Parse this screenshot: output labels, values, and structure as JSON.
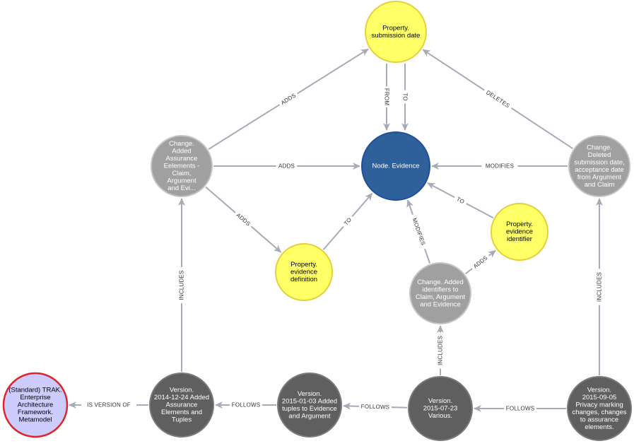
{
  "colors": {
    "edge": "#a8aab8",
    "property_fill": "#ffff66",
    "property_stroke": "#e6cf3c",
    "evidence_fill": "#2f6099",
    "evidence_stroke": "#1f4e9c",
    "change_fill": "#a0a0a0",
    "change_stroke": "#c4c4c4",
    "version_fill": "#5f5f5f",
    "version_stroke": "#7a7a7a",
    "standard_fill": "#ccccff",
    "standard_stroke": "#e0242b"
  },
  "nodes": {
    "prop_submission_date": {
      "kind": "property",
      "lines": [
        "Property.",
        "submission date"
      ]
    },
    "node_evidence": {
      "kind": "evidence",
      "lines": [
        "Node. Evidence"
      ]
    },
    "change_added": {
      "kind": "change",
      "lines": [
        "Change.",
        "Added",
        "Assurance",
        "Eelements -",
        "Claim,",
        "Argument",
        "and Evi..."
      ]
    },
    "change_deleted": {
      "kind": "change",
      "lines": [
        "Change.",
        "Deleted",
        "submission date,",
        "acceptance date",
        "from Argument",
        "and Claim"
      ]
    },
    "prop_evidence_identifier": {
      "kind": "property",
      "lines": [
        "Property.",
        "evidence",
        "identifier"
      ]
    },
    "prop_evidence_definition": {
      "kind": "property",
      "lines": [
        "Property.",
        "evidence",
        "definition"
      ]
    },
    "change_identifiers": {
      "kind": "change",
      "lines": [
        "Change. Added",
        "identifiers to",
        "Claim, Argument",
        "and Evidence"
      ]
    },
    "standard_trak": {
      "kind": "standard",
      "lines": [
        "(Standard) TRAK.",
        "Enterprise",
        "Architecture",
        "Framework.",
        "Metamodel"
      ]
    },
    "version_2014": {
      "kind": "version",
      "lines": [
        "Version.",
        "2014-12-24 Added",
        "Assurance",
        "Elements and",
        "Tuples"
      ]
    },
    "version_2015_01": {
      "kind": "version",
      "lines": [
        "Version.",
        "2015-01-03 Added",
        "tuples to Evidence",
        "and Argument"
      ]
    },
    "version_2015_07": {
      "kind": "version",
      "lines": [
        "Version.",
        "2015-07-23",
        "Various."
      ]
    },
    "version_2015_09": {
      "kind": "version",
      "lines": [
        "Version.",
        "2015-09-05",
        "Privacy marking",
        "changes, changes",
        "to assurance",
        "elements."
      ]
    }
  },
  "edges": [
    {
      "from": "change_added",
      "to": "prop_submission_date",
      "label": "ADDS"
    },
    {
      "from": "change_added",
      "to": "node_evidence",
      "label": "ADDS"
    },
    {
      "from": "change_added",
      "to": "prop_evidence_definition",
      "label": "ADDS"
    },
    {
      "from": "prop_submission_date",
      "to": "node_evidence",
      "label": "TO"
    },
    {
      "from": "prop_submission_date",
      "to": "node_evidence",
      "label": "FROM"
    },
    {
      "from": "change_deleted",
      "to": "prop_submission_date",
      "label": "DELETES"
    },
    {
      "from": "change_deleted",
      "to": "node_evidence",
      "label": "MODIFIES"
    },
    {
      "from": "prop_evidence_identifier",
      "to": "node_evidence",
      "label": "TO"
    },
    {
      "from": "prop_evidence_definition",
      "to": "node_evidence",
      "label": "TO"
    },
    {
      "from": "change_identifiers",
      "to": "node_evidence",
      "label": "MODIFIES"
    },
    {
      "from": "change_identifiers",
      "to": "prop_evidence_identifier",
      "label": "ADDS"
    },
    {
      "from": "version_2014",
      "to": "change_added",
      "label": "INCLUDES"
    },
    {
      "from": "version_2015_07",
      "to": "change_identifiers",
      "label": "INCLUDES"
    },
    {
      "from": "version_2015_09",
      "to": "change_deleted",
      "label": "INCLUDES"
    },
    {
      "from": "version_2014",
      "to": "standard_trak",
      "label": "IS VERSION OF"
    },
    {
      "from": "version_2015_01",
      "to": "version_2014",
      "label": "FOLLOWS"
    },
    {
      "from": "version_2015_07",
      "to": "version_2015_01",
      "label": "FOLLOWS"
    },
    {
      "from": "version_2015_09",
      "to": "version_2015_07",
      "label": "FOLLOWS"
    }
  ]
}
